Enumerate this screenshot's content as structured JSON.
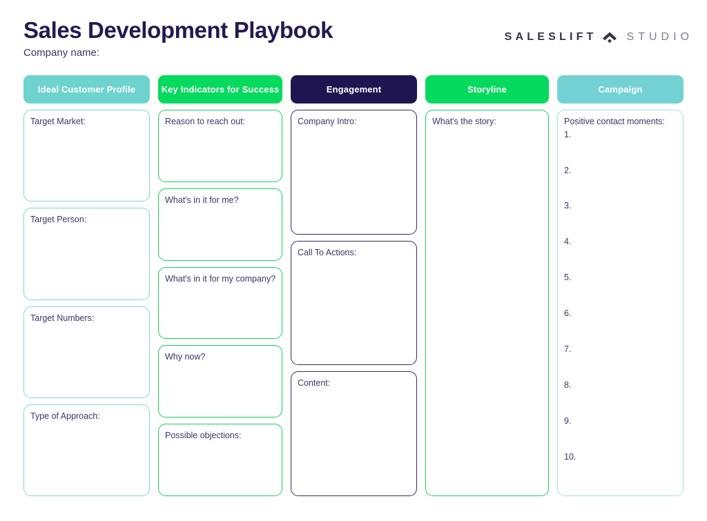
{
  "header": {
    "title": "Sales Development Playbook",
    "company_name_label": "Company name:",
    "brand": {
      "name": "SALESLIFT",
      "mark_icon": "chevron-diamond-icon",
      "suffix": "STUDIO"
    }
  },
  "theme": {
    "navy": "#1f1550",
    "teal": "#6ed3cf",
    "teal_light": "#74d2d4",
    "green": "#05d95e",
    "text": "#3b3566",
    "background": "#ffffff"
  },
  "board": {
    "columns": [
      {
        "id": "ideal-customer-profile",
        "header": "Ideal Customer Profile",
        "color": "#6ed3cf",
        "fields": [
          {
            "label": "Target Market:",
            "value": ""
          },
          {
            "label": "Target Person:",
            "value": ""
          },
          {
            "label": "Target Numbers:",
            "value": ""
          },
          {
            "label": "Type of Approach:",
            "value": ""
          }
        ]
      },
      {
        "id": "key-indicators-for-success",
        "header": "Key Indicators for Success",
        "color": "#05d95e",
        "fields": [
          {
            "label": "Reason to reach out:",
            "value": ""
          },
          {
            "label": "What's in it for me?",
            "value": ""
          },
          {
            "label": "What's in it for my company?",
            "value": ""
          },
          {
            "label": "Why now?",
            "value": ""
          },
          {
            "label": "Possible objections:",
            "value": ""
          }
        ]
      },
      {
        "id": "engagement",
        "header": "Engagement",
        "color": "#1f1550",
        "fields": [
          {
            "label": "Company Intro:",
            "value": ""
          },
          {
            "label": "Call To Actions:",
            "value": ""
          },
          {
            "label": "Content:",
            "value": ""
          }
        ]
      },
      {
        "id": "storyline",
        "header": "Storyline",
        "color": "#05d95e",
        "fields": [
          {
            "label": "What's the story:",
            "value": ""
          }
        ]
      },
      {
        "id": "campaign",
        "header": "Campaign",
        "color": "#74d2d4",
        "fields": [
          {
            "label": "Positive contact moments:",
            "value": "",
            "list_items": [
              "1.",
              "2.",
              "3.",
              "4.",
              "5.",
              "6.",
              "7.",
              "8.",
              "9.",
              "10."
            ]
          }
        ]
      }
    ]
  }
}
